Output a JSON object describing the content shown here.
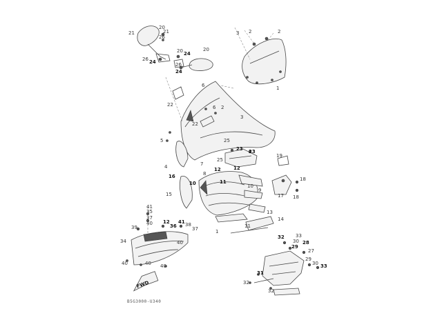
{
  "diagram": {
    "code": "B5G3000-U340",
    "fwd_label": "FWD",
    "callouts": [
      {
        "id": "c1",
        "text": "21"
      },
      {
        "id": "c2",
        "text": "20"
      },
      {
        "id": "c3",
        "text": "21"
      },
      {
        "id": "c4",
        "text": "26"
      },
      {
        "id": "c5",
        "text": "26"
      },
      {
        "id": "c6",
        "text": "24"
      },
      {
        "id": "c7",
        "text": "20"
      },
      {
        "id": "c8",
        "text": "24"
      },
      {
        "id": "c9",
        "text": "20"
      },
      {
        "id": "c10",
        "text": "26"
      },
      {
        "id": "c11",
        "text": "24"
      },
      {
        "id": "c12",
        "text": "3"
      },
      {
        "id": "c13",
        "text": "2"
      },
      {
        "id": "c14",
        "text": "2"
      },
      {
        "id": "c15",
        "text": "1"
      },
      {
        "id": "c16",
        "text": "6"
      },
      {
        "id": "c17",
        "text": "22"
      },
      {
        "id": "c18",
        "text": "6"
      },
      {
        "id": "c19",
        "text": "2"
      },
      {
        "id": "c20",
        "text": "22"
      },
      {
        "id": "c21",
        "text": "3"
      },
      {
        "id": "c22",
        "text": "5"
      },
      {
        "id": "c23",
        "text": "25"
      },
      {
        "id": "c24",
        "text": "23"
      },
      {
        "id": "c25",
        "text": "25"
      },
      {
        "id": "c26",
        "text": "7"
      },
      {
        "id": "c27",
        "text": "4"
      },
      {
        "id": "c28",
        "text": "23"
      },
      {
        "id": "c29",
        "text": "19"
      },
      {
        "id": "c30",
        "text": "16"
      },
      {
        "id": "c31",
        "text": "12"
      },
      {
        "id": "c32",
        "text": "8"
      },
      {
        "id": "c33",
        "text": "12"
      },
      {
        "id": "c34",
        "text": "10"
      },
      {
        "id": "c35",
        "text": "11"
      },
      {
        "id": "c36",
        "text": "10"
      },
      {
        "id": "c37",
        "text": "9"
      },
      {
        "id": "c38",
        "text": "18"
      },
      {
        "id": "c39",
        "text": "17"
      },
      {
        "id": "c40",
        "text": "18"
      },
      {
        "id": "c41",
        "text": "15"
      },
      {
        "id": "c42",
        "text": "13"
      },
      {
        "id": "c43",
        "text": "14"
      },
      {
        "id": "c44",
        "text": "11"
      },
      {
        "id": "c45",
        "text": "1"
      },
      {
        "id": "c46",
        "text": "41"
      },
      {
        "id": "c47",
        "text": "35"
      },
      {
        "id": "c48",
        "text": "37"
      },
      {
        "id": "c49",
        "text": "40"
      },
      {
        "id": "c50",
        "text": "39"
      },
      {
        "id": "c51",
        "text": "12"
      },
      {
        "id": "c52",
        "text": "36"
      },
      {
        "id": "c53",
        "text": "41"
      },
      {
        "id": "c54",
        "text": "38"
      },
      {
        "id": "c55",
        "text": "37"
      },
      {
        "id": "c56",
        "text": "40"
      },
      {
        "id": "c57",
        "text": "34"
      },
      {
        "id": "c58",
        "text": "40"
      },
      {
        "id": "c59",
        "text": "40"
      },
      {
        "id": "c60",
        "text": "40"
      },
      {
        "id": "c61",
        "text": "32"
      },
      {
        "id": "c62",
        "text": "33"
      },
      {
        "id": "c63",
        "text": "30"
      },
      {
        "id": "c64",
        "text": "28"
      },
      {
        "id": "c65",
        "text": "29"
      },
      {
        "id": "c66",
        "text": "27"
      },
      {
        "id": "c67",
        "text": "29"
      },
      {
        "id": "c68",
        "text": "30"
      },
      {
        "id": "c69",
        "text": "31"
      },
      {
        "id": "c70",
        "text": "33"
      },
      {
        "id": "c71",
        "text": "32"
      },
      {
        "id": "c72",
        "text": "32"
      }
    ]
  }
}
